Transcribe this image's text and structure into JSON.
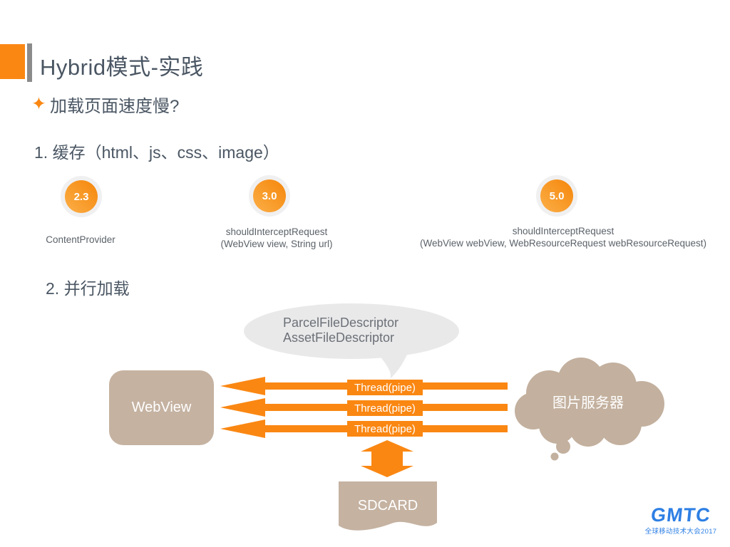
{
  "header": {
    "title": "Hybrid模式-实践"
  },
  "bullet": {
    "icon": "✦",
    "text": "加载页面速度慢?"
  },
  "sections": {
    "item1": "1. 缓存（html、js、css、image）",
    "item2": "2. 并行加载"
  },
  "versions": [
    {
      "badge": "2.3",
      "lines": [
        "ContentProvider"
      ]
    },
    {
      "badge": "3.0",
      "lines": [
        "shouldInterceptRequest",
        "(WebView view, String url)"
      ]
    },
    {
      "badge": "5.0",
      "lines": [
        "shouldInterceptRequest",
        "(WebView webView, WebResourceRequest webResourceRequest)"
      ]
    }
  ],
  "diagram": {
    "callout": {
      "line1": "ParcelFileDescriptor",
      "line2": "AssetFileDescriptor"
    },
    "webview_label": "WebView",
    "threads": [
      "Thread(pipe)",
      "Thread(pipe)",
      "Thread(pipe)"
    ],
    "cloud_label": "图片服务器",
    "sdcard_label": "SDCARD"
  },
  "logo": {
    "name": "GMTC",
    "subtitle": "全球移动技术大会2017"
  },
  "colors": {
    "orange": "#FA8712",
    "tan": "#C5B2A1",
    "cloud_tan": "#C3B09E",
    "bubble_gray": "#E9E9EA",
    "text_dark": "#4A5663",
    "text_gray": "#5B6269",
    "logo_blue": "#2E7FE4"
  }
}
